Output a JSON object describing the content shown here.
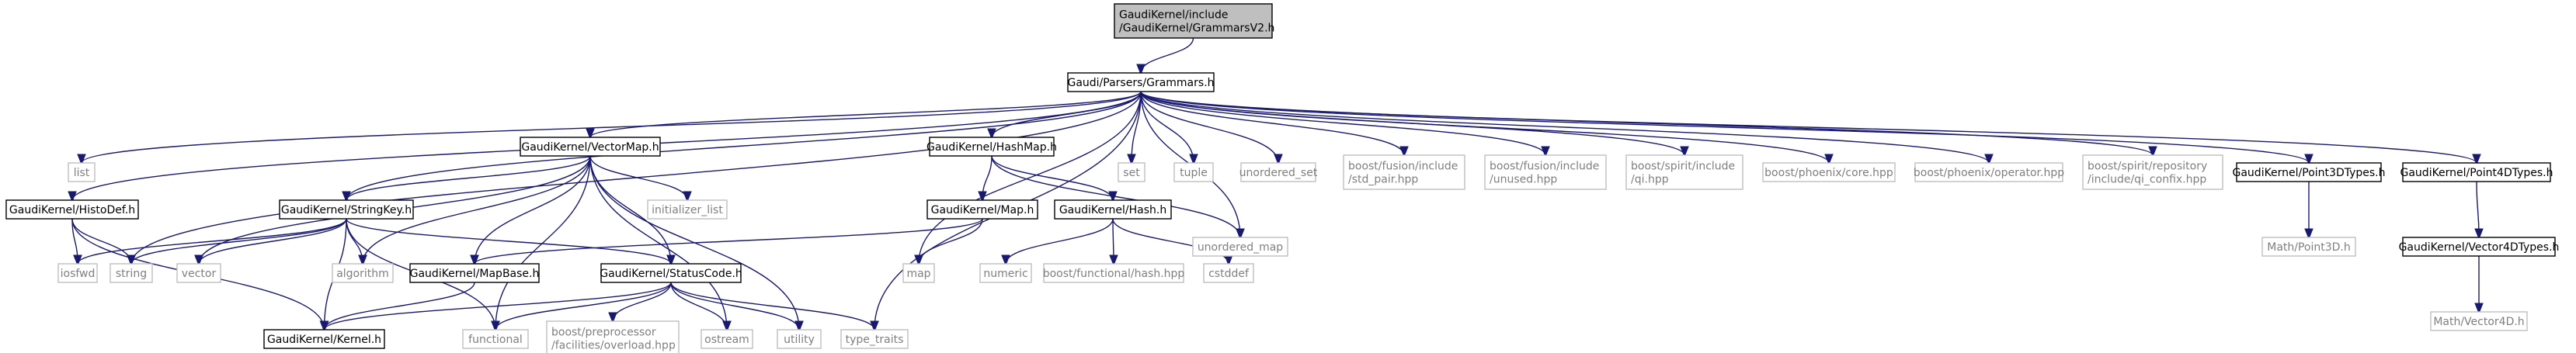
{
  "colors": {
    "edge": "#191970",
    "root_fill": "#bfbfbf",
    "internal_border": "#000000",
    "external_border": "#bfbfbf",
    "external_text": "#7f7f7f"
  },
  "nodes": [
    {
      "id": "root",
      "kind": "main",
      "lines": [
        "GaudiKernel/include",
        "/GaudiKernel/GrammarsV2.h"
      ]
    },
    {
      "id": "grammars",
      "kind": "int",
      "lines": [
        "Gaudi/Parsers/Grammars.h"
      ]
    },
    {
      "id": "list",
      "kind": "ext",
      "lines": [
        "list"
      ]
    },
    {
      "id": "histodef",
      "kind": "int",
      "lines": [
        "GaudiKernel/HistoDef.h"
      ]
    },
    {
      "id": "vectormap",
      "kind": "int",
      "lines": [
        "GaudiKernel/VectorMap.h"
      ]
    },
    {
      "id": "hashmap",
      "kind": "int",
      "lines": [
        "GaudiKernel/HashMap.h"
      ]
    },
    {
      "id": "set",
      "kind": "ext",
      "lines": [
        "set"
      ]
    },
    {
      "id": "tuple",
      "kind": "ext",
      "lines": [
        "tuple"
      ]
    },
    {
      "id": "unordered_set",
      "kind": "ext",
      "lines": [
        "unordered_set"
      ]
    },
    {
      "id": "std_pair",
      "kind": "ext",
      "lines": [
        "boost/fusion/include",
        "/std_pair.hpp"
      ]
    },
    {
      "id": "unused",
      "kind": "ext",
      "lines": [
        "boost/fusion/include",
        "/unused.hpp"
      ]
    },
    {
      "id": "qi",
      "kind": "ext",
      "lines": [
        "boost/spirit/include",
        "/qi.hpp"
      ]
    },
    {
      "id": "phoenix_core",
      "kind": "ext",
      "lines": [
        "boost/phoenix/core.hpp"
      ]
    },
    {
      "id": "phoenix_op",
      "kind": "ext",
      "lines": [
        "boost/phoenix/operator.hpp"
      ]
    },
    {
      "id": "qi_confix",
      "kind": "ext",
      "lines": [
        "boost/spirit/repository",
        "/include/qi_confix.hpp"
      ]
    },
    {
      "id": "point3d",
      "kind": "int",
      "lines": [
        "GaudiKernel/Point3DTypes.h"
      ]
    },
    {
      "id": "point4d",
      "kind": "int",
      "lines": [
        "GaudiKernel/Point4DTypes.h"
      ]
    },
    {
      "id": "stringkey",
      "kind": "int",
      "lines": [
        "GaudiKernel/StringKey.h"
      ]
    },
    {
      "id": "initializer_list",
      "kind": "ext",
      "lines": [
        "initializer_list"
      ]
    },
    {
      "id": "mapdotH",
      "kind": "int",
      "lines": [
        "GaudiKernel/Map.h"
      ]
    },
    {
      "id": "hash",
      "kind": "int",
      "lines": [
        "GaudiKernel/Hash.h"
      ]
    },
    {
      "id": "unordered_map",
      "kind": "ext",
      "lines": [
        "unordered_map"
      ]
    },
    {
      "id": "math_point3d",
      "kind": "ext",
      "lines": [
        "Math/Point3D.h"
      ]
    },
    {
      "id": "vector4d",
      "kind": "int",
      "lines": [
        "GaudiKernel/Vector4DTypes.h"
      ]
    },
    {
      "id": "iosfwd",
      "kind": "ext",
      "lines": [
        "iosfwd"
      ]
    },
    {
      "id": "string",
      "kind": "ext",
      "lines": [
        "string"
      ]
    },
    {
      "id": "vector",
      "kind": "ext",
      "lines": [
        "vector"
      ]
    },
    {
      "id": "algorithm",
      "kind": "ext",
      "lines": [
        "algorithm"
      ]
    },
    {
      "id": "mapbase",
      "kind": "int",
      "lines": [
        "GaudiKernel/MapBase.h"
      ]
    },
    {
      "id": "statuscode",
      "kind": "int",
      "lines": [
        "GaudiKernel/StatusCode.h"
      ]
    },
    {
      "id": "map",
      "kind": "ext",
      "lines": [
        "map"
      ]
    },
    {
      "id": "numeric",
      "kind": "ext",
      "lines": [
        "numeric"
      ]
    },
    {
      "id": "boost_hash",
      "kind": "ext",
      "lines": [
        "boost/functional/hash.hpp"
      ]
    },
    {
      "id": "cstddef",
      "kind": "ext",
      "lines": [
        "cstddef"
      ]
    },
    {
      "id": "math_vector4d",
      "kind": "ext",
      "lines": [
        "Math/Vector4D.h"
      ]
    },
    {
      "id": "kernel",
      "kind": "int",
      "lines": [
        "GaudiKernel/Kernel.h"
      ]
    },
    {
      "id": "functional",
      "kind": "ext",
      "lines": [
        "functional"
      ]
    },
    {
      "id": "overload",
      "kind": "ext",
      "lines": [
        "boost/preprocessor",
        "/facilities/overload.hpp"
      ]
    },
    {
      "id": "ostream",
      "kind": "ext",
      "lines": [
        "ostream"
      ]
    },
    {
      "id": "utility",
      "kind": "ext",
      "lines": [
        "utility"
      ]
    },
    {
      "id": "type_traits",
      "kind": "ext",
      "lines": [
        "type_traits"
      ]
    }
  ],
  "edges": [
    [
      "root",
      "grammars"
    ],
    [
      "grammars",
      "list"
    ],
    [
      "grammars",
      "histodef"
    ],
    [
      "grammars",
      "string"
    ],
    [
      "grammars",
      "vectormap"
    ],
    [
      "grammars",
      "stringkey"
    ],
    [
      "grammars",
      "map"
    ],
    [
      "grammars",
      "type_traits"
    ],
    [
      "grammars",
      "hashmap"
    ],
    [
      "grammars",
      "unordered_map"
    ],
    [
      "grammars",
      "set"
    ],
    [
      "grammars",
      "tuple"
    ],
    [
      "grammars",
      "unordered_set"
    ],
    [
      "grammars",
      "std_pair"
    ],
    [
      "grammars",
      "unused"
    ],
    [
      "grammars",
      "qi"
    ],
    [
      "grammars",
      "phoenix_core"
    ],
    [
      "grammars",
      "phoenix_op"
    ],
    [
      "grammars",
      "qi_confix"
    ],
    [
      "grammars",
      "point3d"
    ],
    [
      "grammars",
      "point4d"
    ],
    [
      "histodef",
      "iosfwd"
    ],
    [
      "histodef",
      "string"
    ],
    [
      "histodef",
      "kernel"
    ],
    [
      "vectormap",
      "vector"
    ],
    [
      "vectormap",
      "stringkey"
    ],
    [
      "vectormap",
      "algorithm"
    ],
    [
      "vectormap",
      "mapbase"
    ],
    [
      "vectormap",
      "statuscode"
    ],
    [
      "vectormap",
      "functional"
    ],
    [
      "vectormap",
      "initializer_list"
    ],
    [
      "vectormap",
      "ostream"
    ],
    [
      "vectormap",
      "utility"
    ],
    [
      "stringkey",
      "iosfwd"
    ],
    [
      "stringkey",
      "string"
    ],
    [
      "stringkey",
      "vector"
    ],
    [
      "stringkey",
      "algorithm"
    ],
    [
      "stringkey",
      "kernel"
    ],
    [
      "stringkey",
      "functional"
    ],
    [
      "stringkey",
      "statuscode"
    ],
    [
      "hashmap",
      "mapdotH"
    ],
    [
      "hashmap",
      "hash"
    ],
    [
      "hashmap",
      "unordered_map"
    ],
    [
      "mapdotH",
      "map"
    ],
    [
      "mapdotH",
      "mapbase"
    ],
    [
      "hash",
      "numeric"
    ],
    [
      "hash",
      "boost_hash"
    ],
    [
      "hash",
      "cstddef"
    ],
    [
      "mapbase",
      "kernel"
    ],
    [
      "statuscode",
      "kernel"
    ],
    [
      "statuscode",
      "functional"
    ],
    [
      "statuscode",
      "overload"
    ],
    [
      "statuscode",
      "ostream"
    ],
    [
      "statuscode",
      "utility"
    ],
    [
      "statuscode",
      "type_traits"
    ],
    [
      "point3d",
      "math_point3d"
    ],
    [
      "point4d",
      "vector4d"
    ],
    [
      "vector4d",
      "math_vector4d"
    ]
  ]
}
